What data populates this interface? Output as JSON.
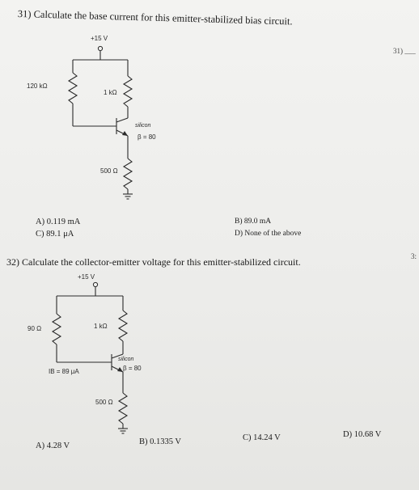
{
  "questions": [
    {
      "number": "31",
      "prompt": "31) Calculate the base current for this emitter-stabilized bias circuit.",
      "margin_marker": "31) ___",
      "circuit": {
        "supply": "+15 V",
        "r_base": "120 kΩ",
        "r_collector": "1 kΩ",
        "r_emitter": "500 Ω",
        "transistor_type": "silicon",
        "beta": "β = 80"
      },
      "answers": {
        "a": "A) 0.119 mA",
        "b": "B) 89.0 mA",
        "c": "C) 89.1 μA",
        "d": "D) None of the above"
      }
    },
    {
      "number": "32",
      "prompt": "32) Calculate the collector-emitter voltage for this emitter-stabilized circuit.",
      "margin_marker": "3:",
      "circuit": {
        "supply": "+15 V",
        "r_base": "90 Ω",
        "r_collector": "1 kΩ",
        "r_emitter": "500 Ω",
        "base_current": "IB = 89 μA",
        "transistor_type": "silicon",
        "beta": "β = 80"
      },
      "answers": {
        "a": "A) 4.28 V",
        "b": "B) 0.1335 V",
        "c": "C) 14.24 V",
        "d": "D) 10.68 V"
      }
    }
  ]
}
